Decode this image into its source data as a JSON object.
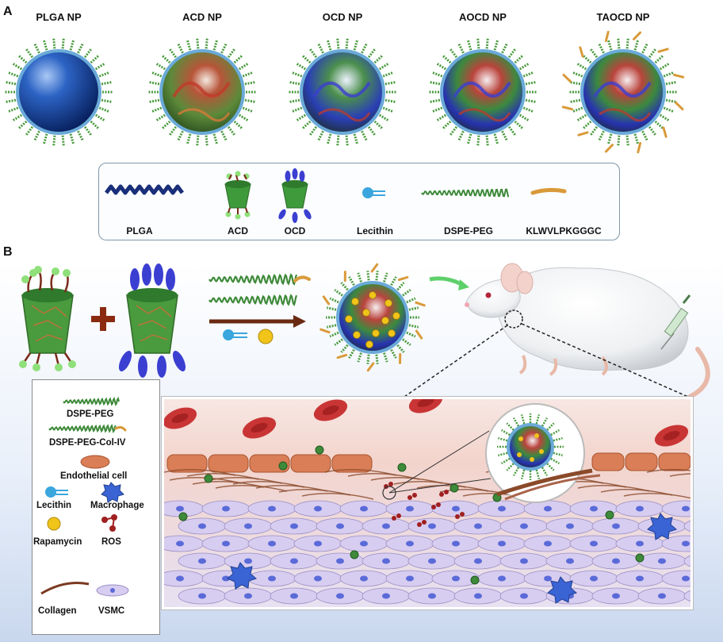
{
  "panel_a": {
    "letter": "A",
    "nanoparticles": [
      {
        "label": "PLGA NP"
      },
      {
        "label": "ACD NP"
      },
      {
        "label": "OCD NP"
      },
      {
        "label": "AOCD NP"
      },
      {
        "label": "TAOCD NP"
      }
    ],
    "legend": [
      "PLGA",
      "ACD",
      "OCD",
      "Lecithin",
      "DSPE-PEG",
      "KLWVLPKGGGC"
    ]
  },
  "panel_b": {
    "letter": "B",
    "legend": {
      "dspe_peg": "DSPE-PEG",
      "dspe_peg_col": "DSPE-PEG-Col-IV",
      "endothelial": "Endothelial cell",
      "lecithin": "Lecithin",
      "macrophage": "Macrophage",
      "rapamycin": "Rapamycin",
      "ros": "ROS",
      "collagen": "Collagen",
      "vsmc": "VSMC"
    }
  },
  "colors": {
    "polymer_green": "#4a9a3e",
    "core_blue": "#1f4fa8",
    "shell_blue": "#6aaad8",
    "acd_red": "#c0392b",
    "ocd_violet": "#3b3fd1",
    "ligand_orange": "#d99a3a",
    "rapamycin_yellow": "#f0c419",
    "endothelial": "#d97e56",
    "vsmc": "#d7cdf0"
  }
}
